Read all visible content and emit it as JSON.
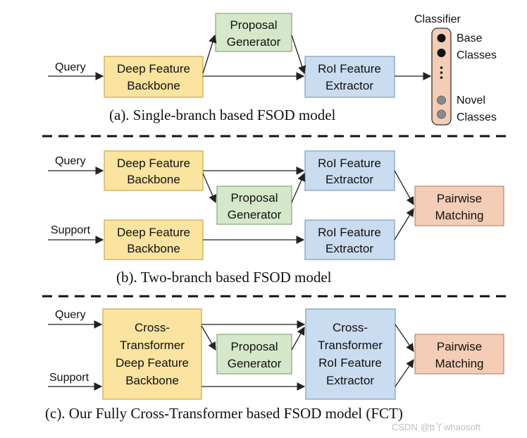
{
  "colors": {
    "yellow": "#FBE3A0",
    "yellow_border": "#C9A94F",
    "green": "#D5E8C9",
    "green_border": "#86A86E",
    "blue": "#C9DCF0",
    "blue_border": "#7F9DBF",
    "orange": "#F4CDB6",
    "orange_border": "#B98D70",
    "dot_dark": "#111111",
    "dot_gray": "#8A8A8A"
  },
  "panel_a": {
    "query_label": "Query",
    "backbone": [
      "Deep Feature",
      "Backbone"
    ],
    "proposal": [
      "Proposal",
      "Generator"
    ],
    "roi": [
      "RoI Feature",
      "Extractor"
    ],
    "classifier": {
      "title": "Classifier",
      "base": [
        "Base",
        "Classes"
      ],
      "novel": [
        "Novel",
        "Classes"
      ]
    },
    "caption": "(a). Single-branch based FSOD model"
  },
  "panel_b": {
    "query_label": "Query",
    "support_label": "Support",
    "backbone_query": [
      "Deep Feature",
      "Backbone"
    ],
    "backbone_support": [
      "Deep Feature",
      "Backbone"
    ],
    "proposal": [
      "Proposal",
      "Generator"
    ],
    "roi_query": [
      "RoI Feature",
      "Extractor"
    ],
    "roi_support": [
      "RoI Feature",
      "Extractor"
    ],
    "matching": [
      "Pairwise",
      "Matching"
    ],
    "caption": "(b). Two-branch based FSOD model"
  },
  "panel_c": {
    "query_label": "Query",
    "support_label": "Support",
    "backbone": [
      "Cross-",
      "Transformer",
      "Deep Feature",
      "Backbone"
    ],
    "proposal": [
      "Proposal",
      "Generator"
    ],
    "roi": [
      "Cross-",
      "Transformer",
      "RoI Feature",
      "Extractor"
    ],
    "matching": [
      "Pairwise",
      "Matching"
    ],
    "caption": "(c). Our Fully Cross-Transformer based FSOD model (FCT)"
  },
  "watermark": "CSDN @tt丫whaosoft"
}
